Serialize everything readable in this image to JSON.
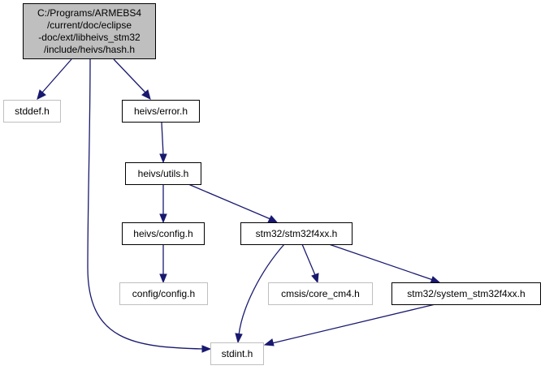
{
  "graph": {
    "root": {
      "lines": [
        "C:/Programs/ARMEBS4",
        "/current/doc/eclipse",
        "-doc/ext/libheivs_stm32",
        "/include/heivs/hash.h"
      ],
      "fill": "#bfbfbf",
      "border": "#000000"
    },
    "nodes": {
      "stddef": {
        "label": "stddef.h",
        "border": "#bfbfbf"
      },
      "error": {
        "label": "heivs/error.h",
        "border": "#000000"
      },
      "utils": {
        "label": "heivs/utils.h",
        "border": "#000000"
      },
      "heivs_config": {
        "label": "heivs/config.h",
        "border": "#000000"
      },
      "stm32f4xx": {
        "label": "stm32/stm32f4xx.h",
        "border": "#000000"
      },
      "config_config": {
        "label": "config/config.h",
        "border": "#bfbfbf"
      },
      "core_cm4": {
        "label": "cmsis/core_cm4.h",
        "border": "#bfbfbf"
      },
      "system_stm32f4xx": {
        "label": "stm32/system_stm32f4xx.h",
        "border": "#000000"
      },
      "stdint": {
        "label": "stdint.h",
        "border": "#bfbfbf"
      }
    },
    "edge_color": "#191970"
  }
}
